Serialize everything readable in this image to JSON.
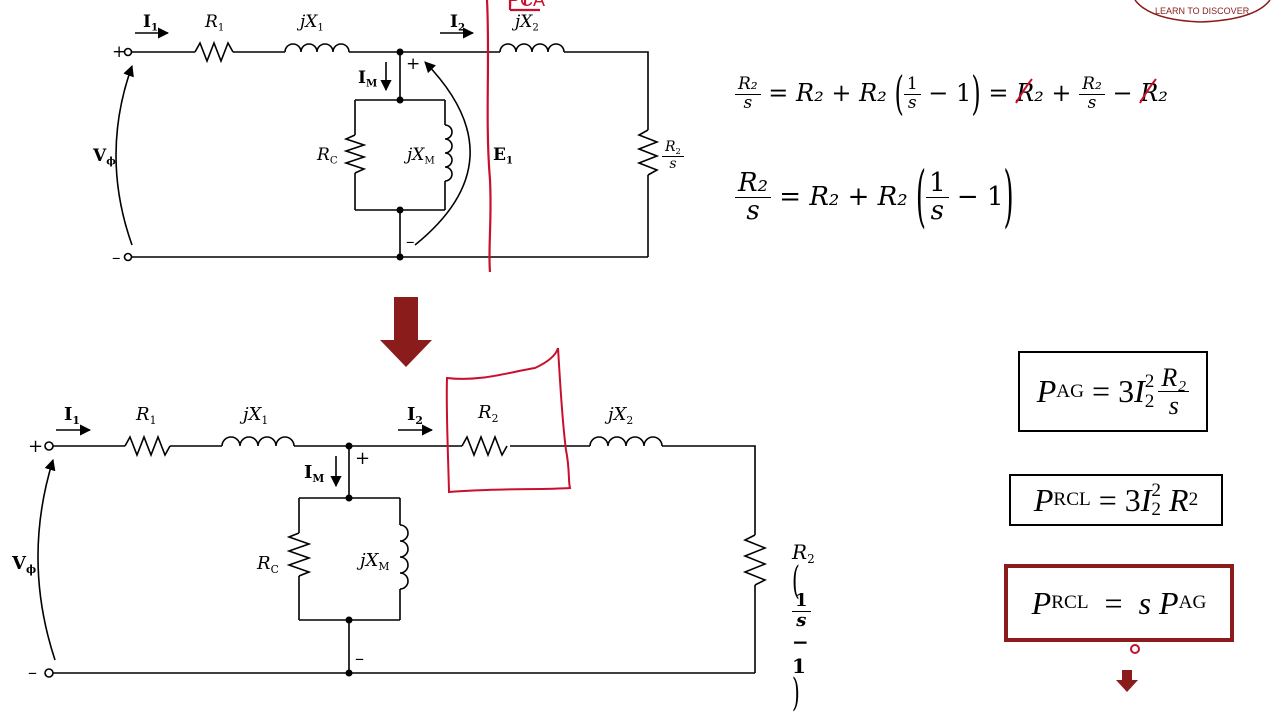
{
  "top_circuit": {
    "labels": {
      "plus": "+",
      "minus": "–",
      "i1": "I",
      "i1_sub": "1",
      "r1": "R",
      "r1_sub": "1",
      "jx1": "jX",
      "jx1_sub": "1",
      "i2": "I",
      "i2_sub": "2",
      "jx2": "jX",
      "jx2_sub": "2",
      "im": "I",
      "im_sub": "M",
      "rc": "R",
      "rc_sub": "C",
      "jxm": "jX",
      "jxm_sub": "M",
      "e1": "E",
      "e1_sub": "1",
      "vphi": "V",
      "vphi_sub": "ϕ",
      "load_num": "R",
      "load_num_sub": "2",
      "load_den": "s",
      "node_plus": "+",
      "node_minus": "–",
      "red_annotation": "PCA"
    }
  },
  "bottom_circuit": {
    "labels": {
      "plus": "+",
      "minus": "–",
      "i1": "I",
      "i1_sub": "1",
      "r1": "R",
      "r1_sub": "1",
      "jx1": "jX",
      "jx1_sub": "1",
      "i2": "I",
      "i2_sub": "2",
      "r2": "R",
      "r2_sub": "2",
      "jx2": "jX",
      "jx2_sub": "2",
      "im": "I",
      "im_sub": "M",
      "rc": "R",
      "rc_sub": "C",
      "jxm": "jX",
      "jxm_sub": "M",
      "vphi": "V",
      "vphi_sub": "ϕ",
      "load": "R",
      "load_sub": "2",
      "load_one": "1",
      "load_s": "s",
      "load_minus_one": "− 1",
      "node_plus": "+",
      "node_minus": "–"
    }
  },
  "equations": {
    "eq1": {
      "lhs_num": "R₂",
      "lhs_den": "s",
      "eq": "=",
      "r2a": "R₂",
      "plus": "+",
      "r2b": "R₂",
      "one": "1",
      "s": "s",
      "minus_one": "− 1",
      "eq2": "=",
      "r2c": "R₂",
      "plus2": "+",
      "frac_num": "R₂",
      "frac_den": "s",
      "minus2": "−",
      "r2d": "R₂"
    },
    "eq2": {
      "lhs_num": "R₂",
      "lhs_den": "s",
      "eq": "=",
      "r2a": "R₂",
      "plus": "+",
      "r2b": "R₂",
      "one": "1",
      "s": "s",
      "minus_one": "− 1"
    }
  },
  "boxes": {
    "pag": {
      "p": "P",
      "sub": "AG",
      "eq": "= 3",
      "i": "I",
      "i_sub": "2",
      "i_sup": "2",
      "num": "R₂",
      "den": "s"
    },
    "prcl1": {
      "p": "P",
      "sub": "RCL",
      "eq": "= 3",
      "i": "I",
      "i_sub": "2",
      "i_sup": "2",
      "r": "R",
      "r_sub": "2"
    },
    "prcl2": {
      "p": "P",
      "sub": "RCL",
      "eq": "=",
      "s": "s",
      "p2": "P",
      "sub2": "AG"
    }
  },
  "logo": {
    "text": "LEARN TO DISCOVER"
  },
  "colors": {
    "accent_red": "#8b1c1c",
    "annotation_red": "#c8102e",
    "line": "#000000"
  }
}
